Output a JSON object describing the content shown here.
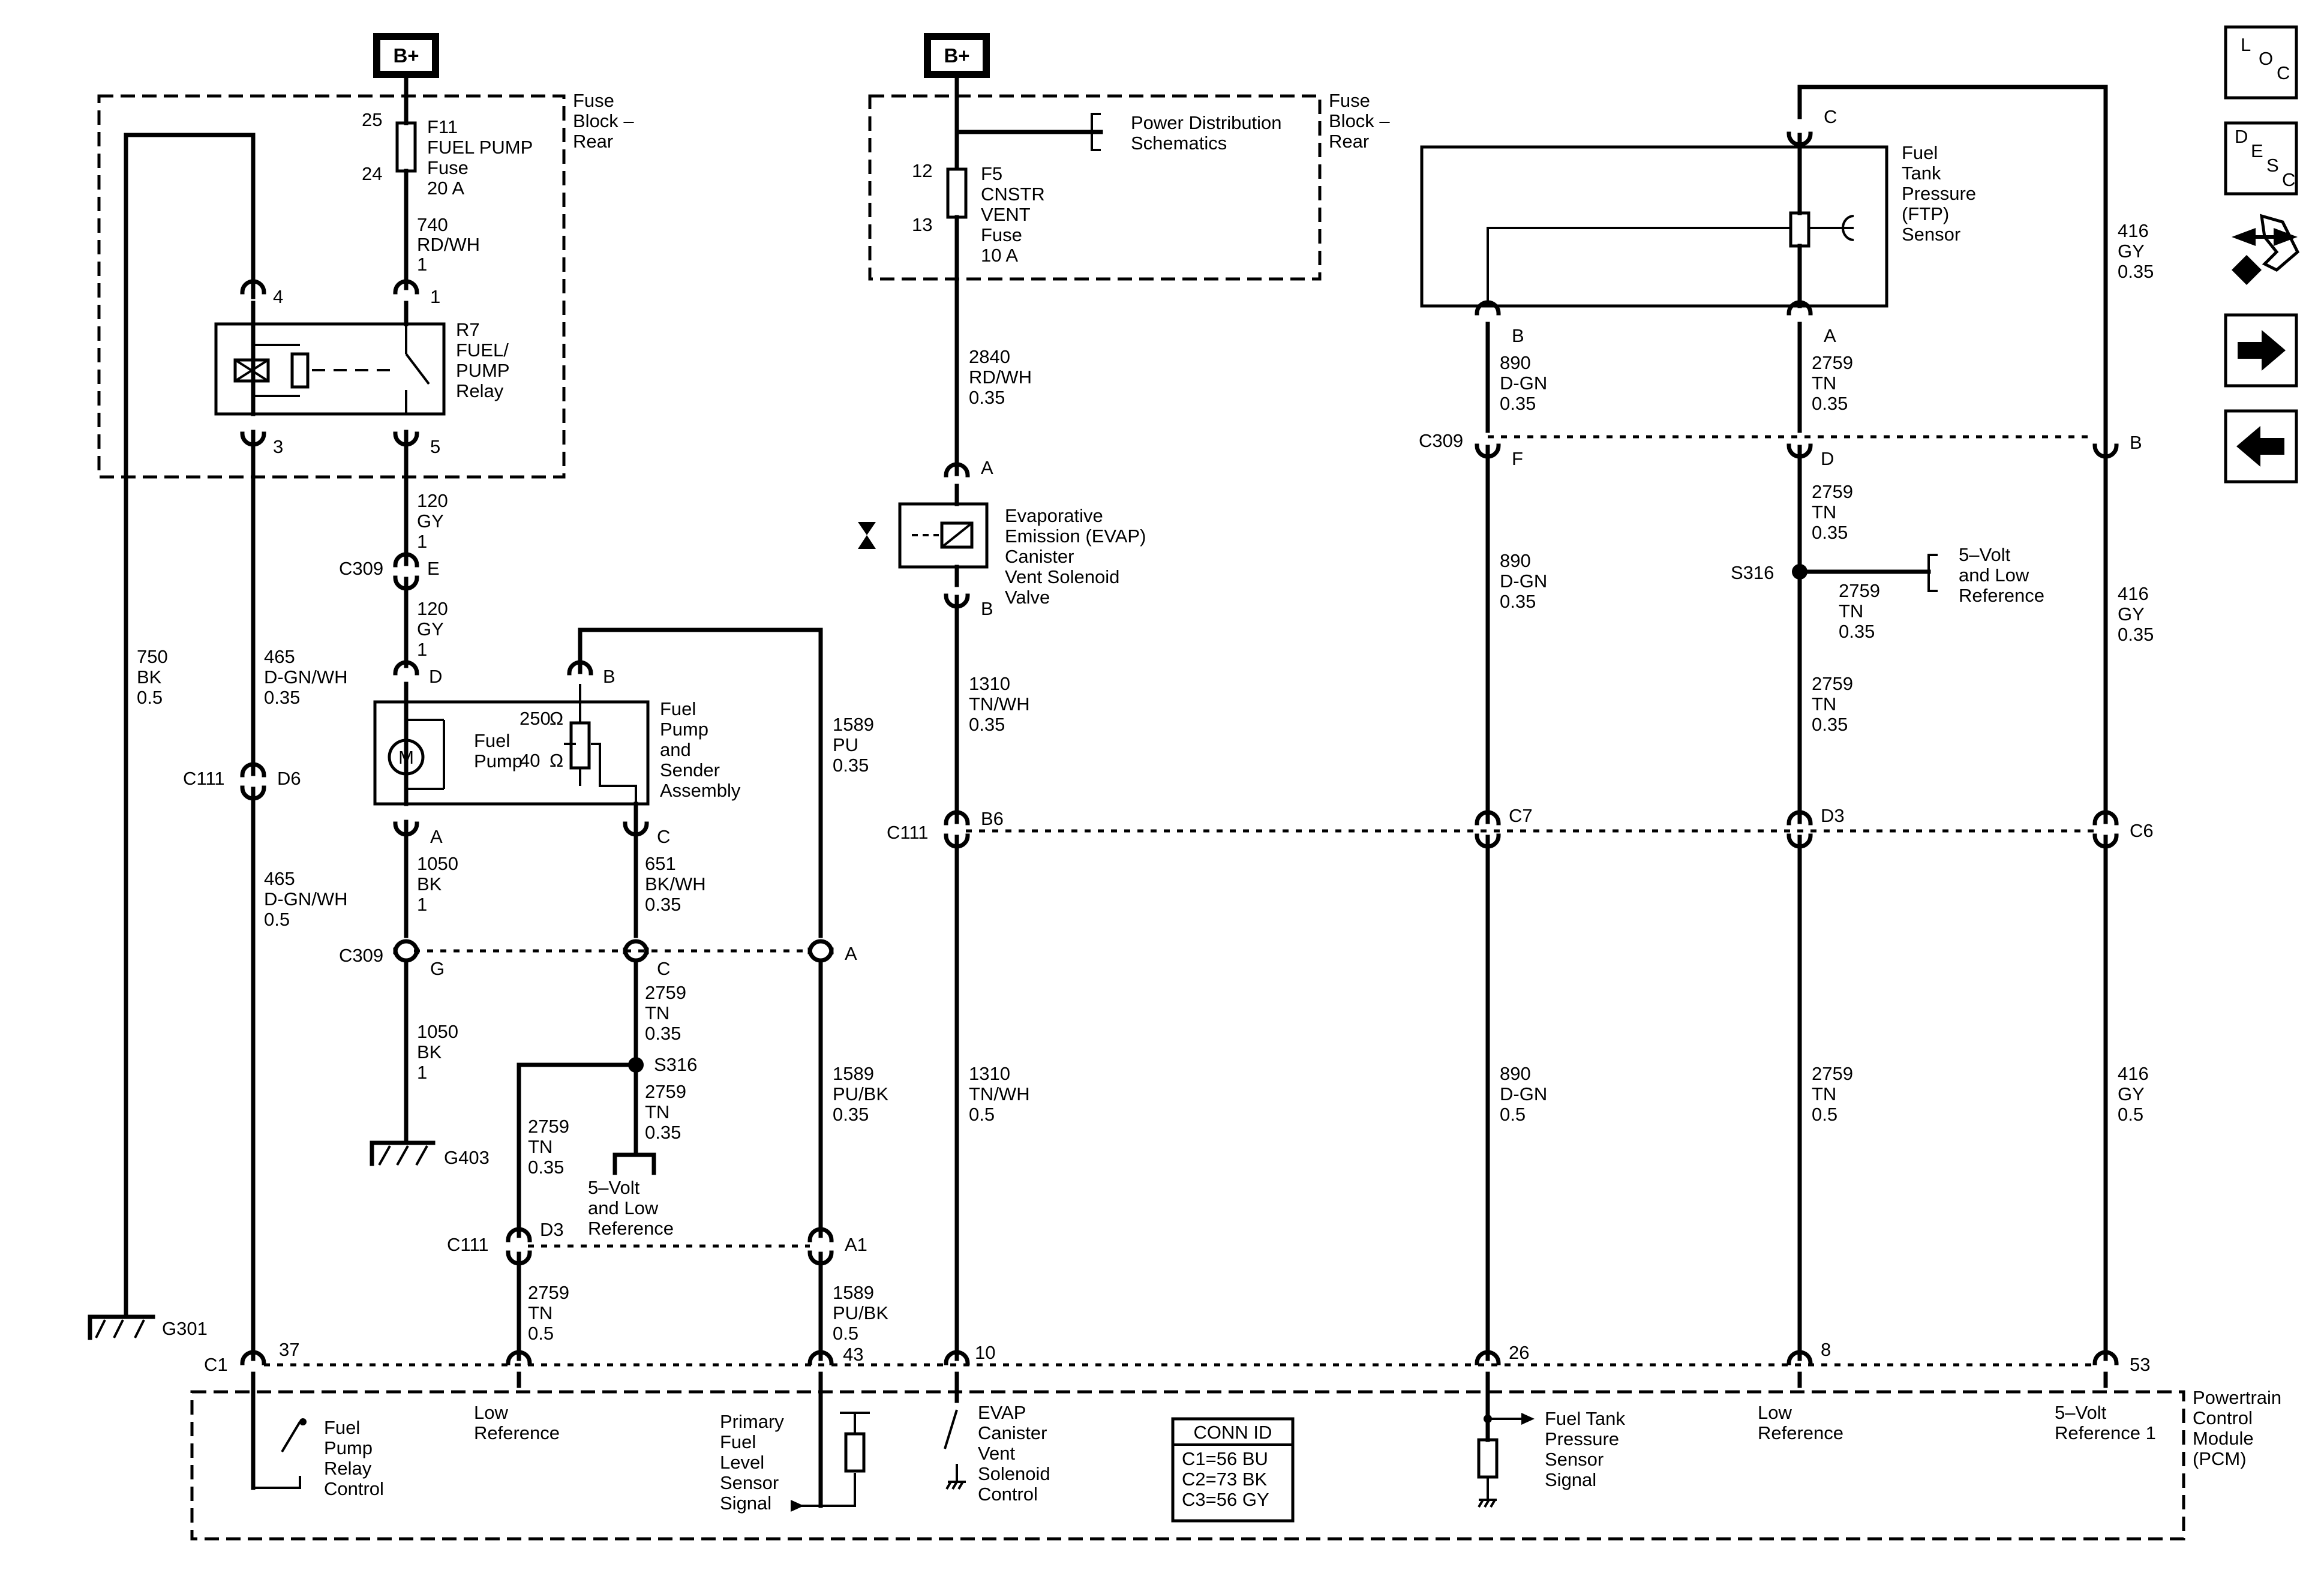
{
  "power": {
    "b_plus": "B+"
  },
  "fuse_block": {
    "title": [
      "Fuse",
      "Block –",
      "Rear"
    ]
  },
  "fuse_f11": {
    "pin_in": "25",
    "pin_out": "24",
    "label": [
      "F11",
      "FUEL PUMP",
      "Fuse",
      "20 A"
    ]
  },
  "fuse_f5": {
    "pin_in": "12",
    "pin_out": "13",
    "label": [
      "F5",
      "CNSTR",
      "VENT",
      "Fuse",
      "10 A"
    ]
  },
  "power_distribution": [
    "Power Distribution",
    "Schematics"
  ],
  "relay": {
    "label": [
      "R7",
      "FUEL/",
      "PUMP",
      "Relay"
    ],
    "pins": {
      "p4": "4",
      "p1": "1",
      "p3": "3",
      "p5": "5"
    }
  },
  "wires": {
    "w740": [
      "740",
      "RD/WH",
      "1"
    ],
    "w120a": [
      "120",
      "GY",
      "1"
    ],
    "w120b": [
      "120",
      "GY",
      "1"
    ],
    "w750": [
      "750",
      "BK",
      "0.5"
    ],
    "w465a": [
      "465",
      "D-GN/WH",
      "0.35"
    ],
    "w465b": [
      "465",
      "D-GN/WH",
      "0.5"
    ],
    "w1589a": [
      "1589",
      "PU",
      "0.35"
    ],
    "w1050a": [
      "1050",
      "BK",
      "1"
    ],
    "w651": [
      "651",
      "BK/WH",
      "0.35"
    ],
    "w1050b": [
      "1050",
      "BK",
      "1"
    ],
    "w2759_l1": [
      "2759",
      "TN",
      "0.35"
    ],
    "w2759_l2": [
      "2759",
      "TN",
      "0.35"
    ],
    "w2759_l3": [
      "2759",
      "TN",
      "0.35"
    ],
    "w2759_l4": [
      "2759",
      "TN",
      "0.5"
    ],
    "w1589b": [
      "1589",
      "PU/BK",
      "0.35"
    ],
    "w1589c": [
      "1589",
      "PU/BK",
      "0.5"
    ],
    "w2840": [
      "2840",
      "RD/WH",
      "0.35"
    ],
    "w1310a": [
      "1310",
      "TN/WH",
      "0.35"
    ],
    "w1310b": [
      "1310",
      "TN/WH",
      "0.5"
    ],
    "w890a": [
      "890",
      "D-GN",
      "0.35"
    ],
    "w890b": [
      "890",
      "D-GN",
      "0.35"
    ],
    "w890c": [
      "890",
      "D-GN",
      "0.5"
    ],
    "w2759_r1": [
      "2759",
      "TN",
      "0.35"
    ],
    "w2759_r2": [
      "2759",
      "TN",
      "0.35"
    ],
    "w2759_r3": [
      "2759",
      "TN",
      "0.35"
    ],
    "w2759_r4": [
      "2759",
      "TN",
      "0.35"
    ],
    "w2759_r5": [
      "2759",
      "TN",
      "0.5"
    ],
    "w416a": [
      "416",
      "GY",
      "0.35"
    ],
    "w416b": [
      "416",
      "GY",
      "0.35"
    ],
    "w416c": [
      "416",
      "GY",
      "0.5"
    ]
  },
  "connectors": {
    "c309": "C309",
    "c111": "C111",
    "c1": "C1",
    "pins": {
      "c309_e": "E",
      "c309_g": "G",
      "c309_c": "C",
      "c309_a": "A",
      "c309_f": "F",
      "c309_d": "D",
      "c309_b": "B",
      "c111_d6": "D6",
      "c111_d3": "D3",
      "c111_a1": "A1",
      "c111_b6": "B6",
      "c111_c7": "C7",
      "c111_d3r": "D3",
      "c111_c6": "C6",
      "c1_37": "37",
      "c1_43": "43",
      "c1_10": "10",
      "c1_26": "26",
      "c1_8": "8",
      "c1_53": "53"
    }
  },
  "fuel_pump_assy": {
    "label": [
      "Fuel",
      "Pump",
      "and",
      "Sender",
      "Assembly"
    ],
    "motor": "M",
    "pump": [
      "Fuel",
      "Pump"
    ],
    "r250": "250",
    "r40": "40",
    "ohm": "Ω",
    "pins": {
      "d": "D",
      "b": "B",
      "a": "A",
      "c": "C"
    }
  },
  "splices": {
    "s316_left": "S316",
    "s316_right": "S316"
  },
  "refs": {
    "left": [
      "5–Volt",
      "and Low",
      "Reference"
    ],
    "right": [
      "5–Volt",
      "and Low",
      "Reference"
    ]
  },
  "grounds": {
    "g403": "G403",
    "g301": "G301"
  },
  "evap_valve": {
    "label": [
      "Evaporative",
      "Emission (EVAP)",
      "Canister",
      "Vent Solenoid",
      "Valve"
    ],
    "pin_a": "A",
    "pin_b": "B"
  },
  "ftp_sensor": {
    "label": [
      "Fuel",
      "Tank",
      "Pressure",
      "(FTP)",
      "Sensor"
    ],
    "pin_c": "C",
    "pin_b": "B",
    "pin_a": "A"
  },
  "pcm": {
    "title": [
      "Powertrain",
      "Control",
      "Module",
      "(PCM)"
    ],
    "fuel_pump_relay_control": [
      "Fuel",
      "Pump",
      "Relay",
      "Control"
    ],
    "low_ref_left": [
      "Low",
      "Reference"
    ],
    "primary_fuel_level": [
      "Primary",
      "Fuel",
      "Level",
      "Sensor",
      "Signal"
    ],
    "evap_control": [
      "EVAP",
      "Canister",
      "Vent",
      "Solenoid",
      "Control"
    ],
    "fuel_tank_pressure_signal": [
      "Fuel Tank",
      "Pressure",
      "Sensor",
      "Signal"
    ],
    "low_ref_right": [
      "Low",
      "Reference"
    ],
    "five_volt_ref": [
      "5–Volt",
      "Reference 1"
    ]
  },
  "conn_id": {
    "title": "CONN ID",
    "rows": [
      "C1=56 BU",
      "C2=73 BK",
      "C3=56 GY"
    ]
  },
  "nav": {
    "loc": [
      "L",
      "O",
      "C"
    ],
    "desc": [
      "D",
      "E",
      "S",
      "C"
    ]
  }
}
